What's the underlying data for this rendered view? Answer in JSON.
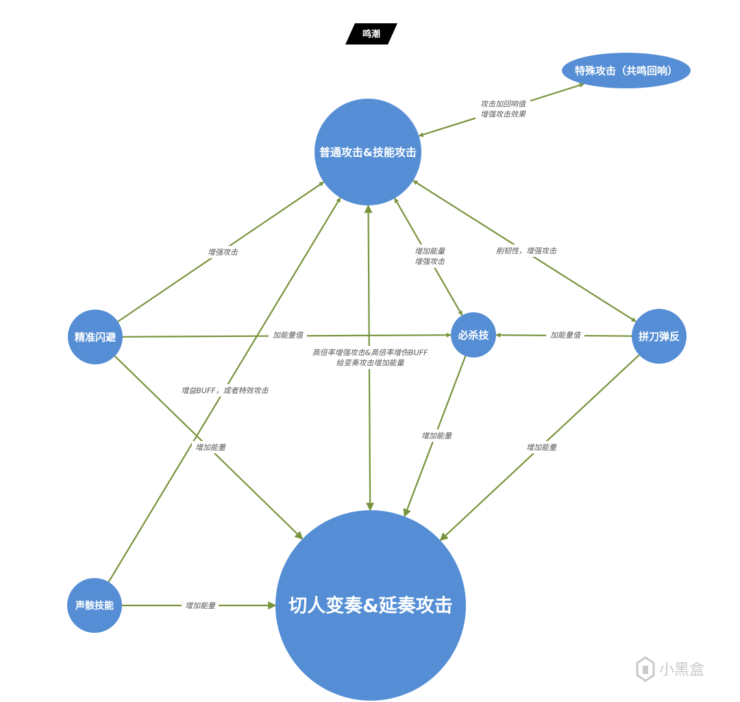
{
  "title": "鸣潮",
  "colors": {
    "node_fill": "#558ed5",
    "edge": "#77933c",
    "edge_label": "#555555",
    "title_bg": "#000000",
    "watermark": "#c9c9c9"
  },
  "nodes": [
    {
      "id": "special",
      "label": "特殊攻击（共鸣回响）"
    },
    {
      "id": "normal",
      "label": "普通攻击&技能攻击"
    },
    {
      "id": "dodge",
      "label": "精准闪避"
    },
    {
      "id": "ultimate",
      "label": "必杀技"
    },
    {
      "id": "parry",
      "label": "拼刀弹反"
    },
    {
      "id": "echo",
      "label": "声骸技能"
    },
    {
      "id": "outro",
      "label": "切人变奏&延奏攻击"
    }
  ],
  "edges": [
    {
      "from": "normal",
      "to": "special",
      "bidirectional": true,
      "label": [
        "攻击加回响值",
        "增强攻击效果"
      ]
    },
    {
      "from": "dodge",
      "to": "normal",
      "bidirectional": false,
      "label": [
        "增强攻击"
      ]
    },
    {
      "from": "normal",
      "to": "ultimate",
      "bidirectional": true,
      "label": [
        "增加能量",
        "增强攻击"
      ]
    },
    {
      "from": "normal",
      "to": "parry",
      "bidirectional": true,
      "label": [
        "削韧性，增强攻击"
      ]
    },
    {
      "from": "dodge",
      "to": "ultimate",
      "bidirectional": false,
      "label": [
        "加能量值"
      ]
    },
    {
      "from": "parry",
      "to": "ultimate",
      "bidirectional": false,
      "label": [
        "加能量值"
      ]
    },
    {
      "from": "outro",
      "to": "normal",
      "bidirectional": true,
      "label": [
        "高倍率增强攻击&高倍率增伤BUFF",
        "给变奏攻击增加能量"
      ]
    },
    {
      "from": "echo",
      "to": "normal",
      "bidirectional": false,
      "label": [
        "增益BUFF，或者特效攻击"
      ]
    },
    {
      "from": "dodge",
      "to": "outro",
      "bidirectional": false,
      "label": [
        "增加能量"
      ]
    },
    {
      "from": "ultimate",
      "to": "outro",
      "bidirectional": false,
      "label": [
        "增加能量"
      ]
    },
    {
      "from": "parry",
      "to": "outro",
      "bidirectional": false,
      "label": [
        "增加能量"
      ]
    },
    {
      "from": "echo",
      "to": "outro",
      "bidirectional": false,
      "label": [
        "增加能量"
      ]
    }
  ],
  "watermark": {
    "icon": "xiaoheihe-logo-icon",
    "text": "小黑盒"
  }
}
